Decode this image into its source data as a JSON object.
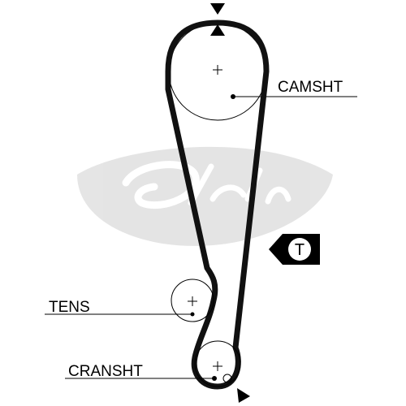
{
  "labels": {
    "camshaft": "CAMSHT",
    "tensioner": "TENS",
    "crankshaft": "CRANSHT",
    "tensioner_marker": "T"
  },
  "icons": {
    "top_marker": "alignment-triangles-icon",
    "bottom_marker": "rotation-arrow-icon",
    "tensioner_marker": "tensioner-tag-icon",
    "watermark": "brand-watermark-logo"
  },
  "colors": {
    "belt": "#111111",
    "line": "#000000",
    "watermark": "#c9c9c9",
    "background": "#ffffff"
  }
}
